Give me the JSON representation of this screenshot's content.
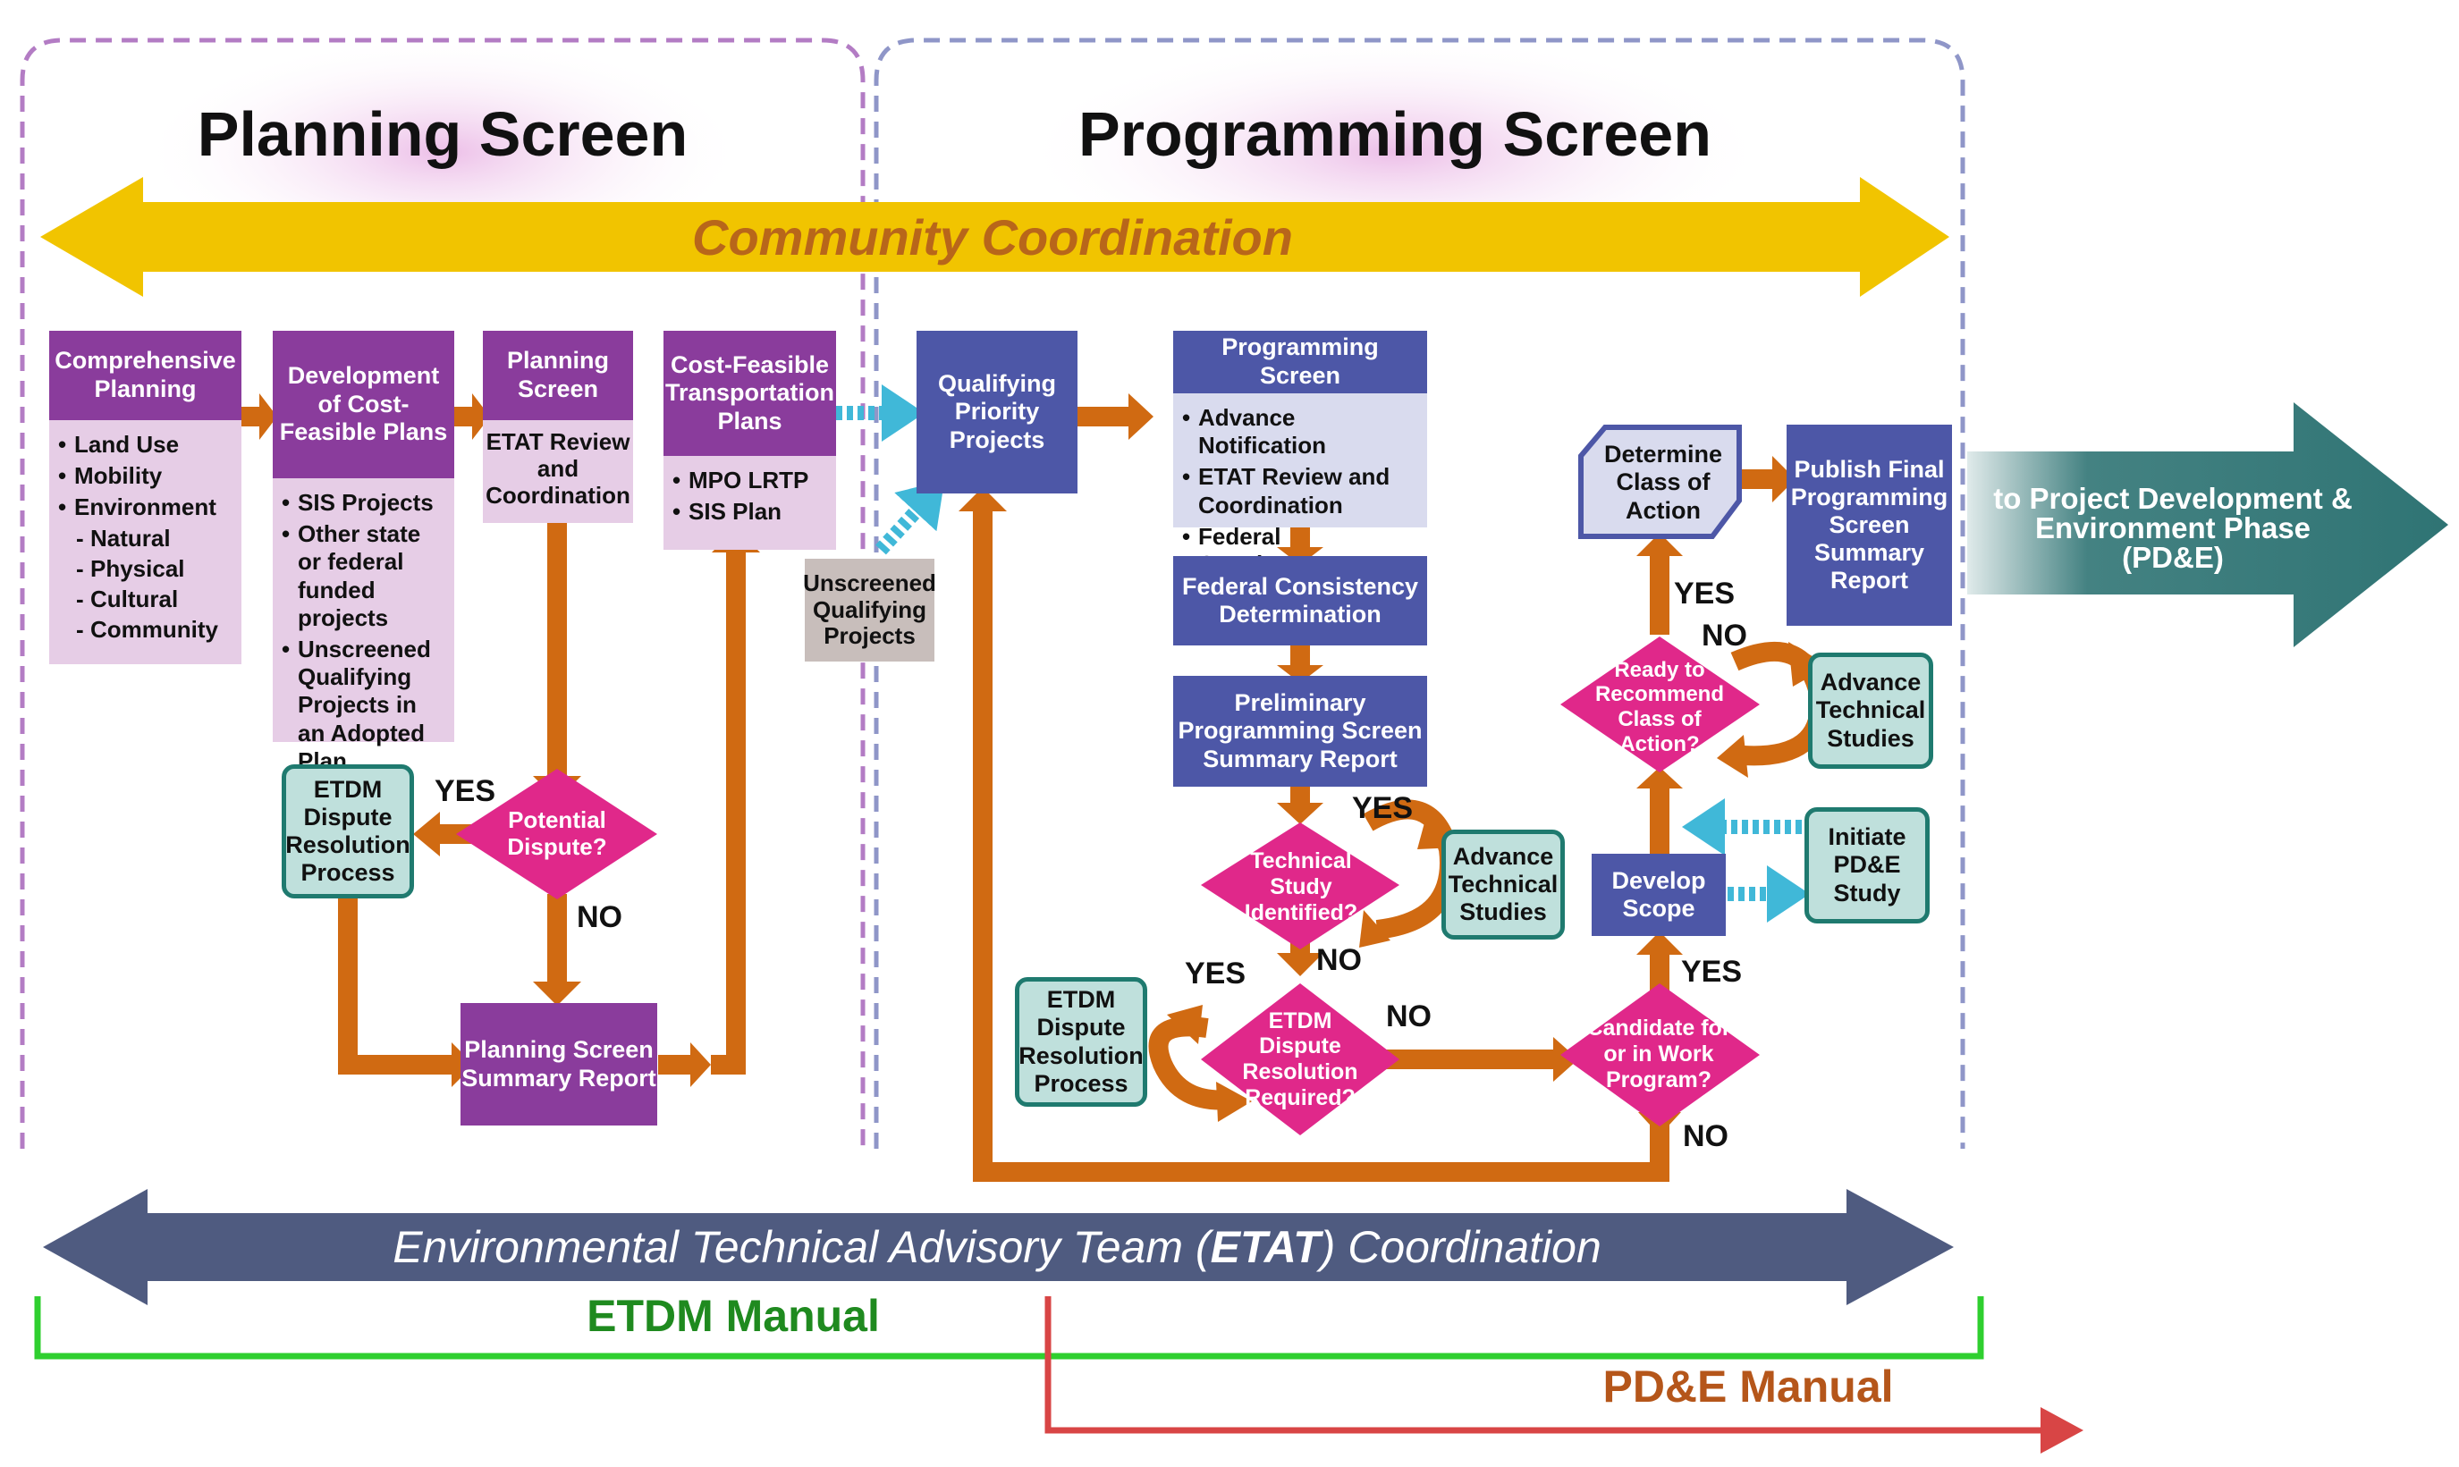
{
  "titles": {
    "planning": "Planning Screen",
    "programming": "Programming Screen"
  },
  "banners": {
    "community": "Community Coordination",
    "etat_pre": "Environmental Technical Advisory Team (",
    "etat_bold": "ETAT",
    "etat_post": ") Coordination",
    "etdm_manual": "ETDM Manual",
    "pde_manual": "PD&E Manual",
    "to_pde": "to Project Development & Environment Phase (PD&E)"
  },
  "planning": {
    "comprehensive": {
      "title": "Comprehensive Planning",
      "items": [
        "Land Use",
        "Mobility",
        "Environment"
      ],
      "sub_items": [
        "Natural",
        "Physical",
        "Cultural",
        "Community"
      ]
    },
    "development": {
      "title": "Development of Cost-Feasible Plans",
      "items": [
        "SIS Projects",
        "Other state or federal funded projects",
        "Unscreened Qualifying Projects in an Adopted Plan"
      ]
    },
    "planning_screen": {
      "title": "Planning Screen",
      "body": "ETAT Review and Coordination"
    },
    "cost_feasible": {
      "title": "Cost-Feasible Transportation Plans",
      "items": [
        "MPO LRTP",
        "SIS Plan"
      ]
    },
    "potential_dispute": "Potential Dispute?",
    "etdm_dispute": "ETDM Dispute Resolution Process",
    "summary_report": "Planning Screen Summary Report"
  },
  "programming": {
    "unscreened": "Unscreened Qualifying Projects",
    "qualifying": "Qualifying Priority Projects",
    "prog_screen": {
      "title": "Programming Screen",
      "items": [
        "Advance Notification",
        "ETAT Review and Coordination",
        "Federal Consistency"
      ]
    },
    "federal_consistency": "Federal Consistency Determination",
    "preliminary": "Preliminary Programming Screen Summary Report",
    "technical_study": "Technical Study Identified?",
    "advance_tech_1": "Advance Technical Studies",
    "etdm_required": "ETDM Dispute Resolution Required?",
    "etdm_dispute_2": "ETDM Dispute Resolution Process",
    "candidate": "Candidate for or in Work Program?",
    "develop_scope": "Develop Scope",
    "initiate_pde": "Initiate PD&E Study",
    "ready": "Ready to Recommend Class of Action?",
    "advance_tech_2": "Advance Technical Studies",
    "determine_class": "Determine Class of Action",
    "publish_final": "Publish Final Programming Screen Summary Report"
  },
  "labels": {
    "yes": "YES",
    "no": "NO"
  },
  "colors": {
    "purple_header": "#8a3c9c",
    "purple_body": "#e6cde6",
    "blue_header": "#4d57a7",
    "blue_body": "#d9dbee",
    "magenta": "#e0288a",
    "orange": "#d06a12",
    "teal": "#1f7a6f",
    "teal_light": "#bfe0dc",
    "gold": "#f1c400",
    "etat_arrow": "#4f5b80",
    "green": "#2fcf2f",
    "red": "#d84545",
    "cyan": "#40b8d8"
  }
}
